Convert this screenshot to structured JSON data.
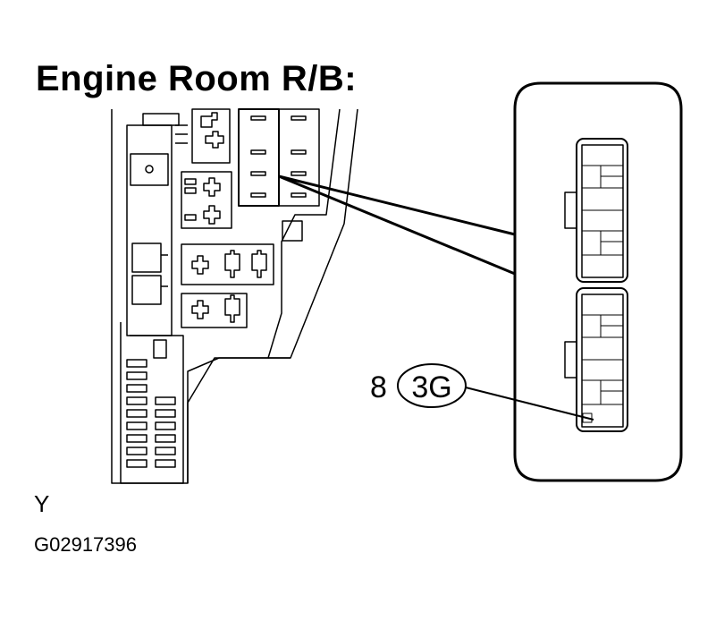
{
  "title": "Engine Room R/B:",
  "callout": {
    "pin": "8",
    "connector": "3G"
  },
  "view_letter": "Y",
  "figure_code": "G02917396",
  "colors": {
    "line": "#000000",
    "background": "#ffffff"
  }
}
